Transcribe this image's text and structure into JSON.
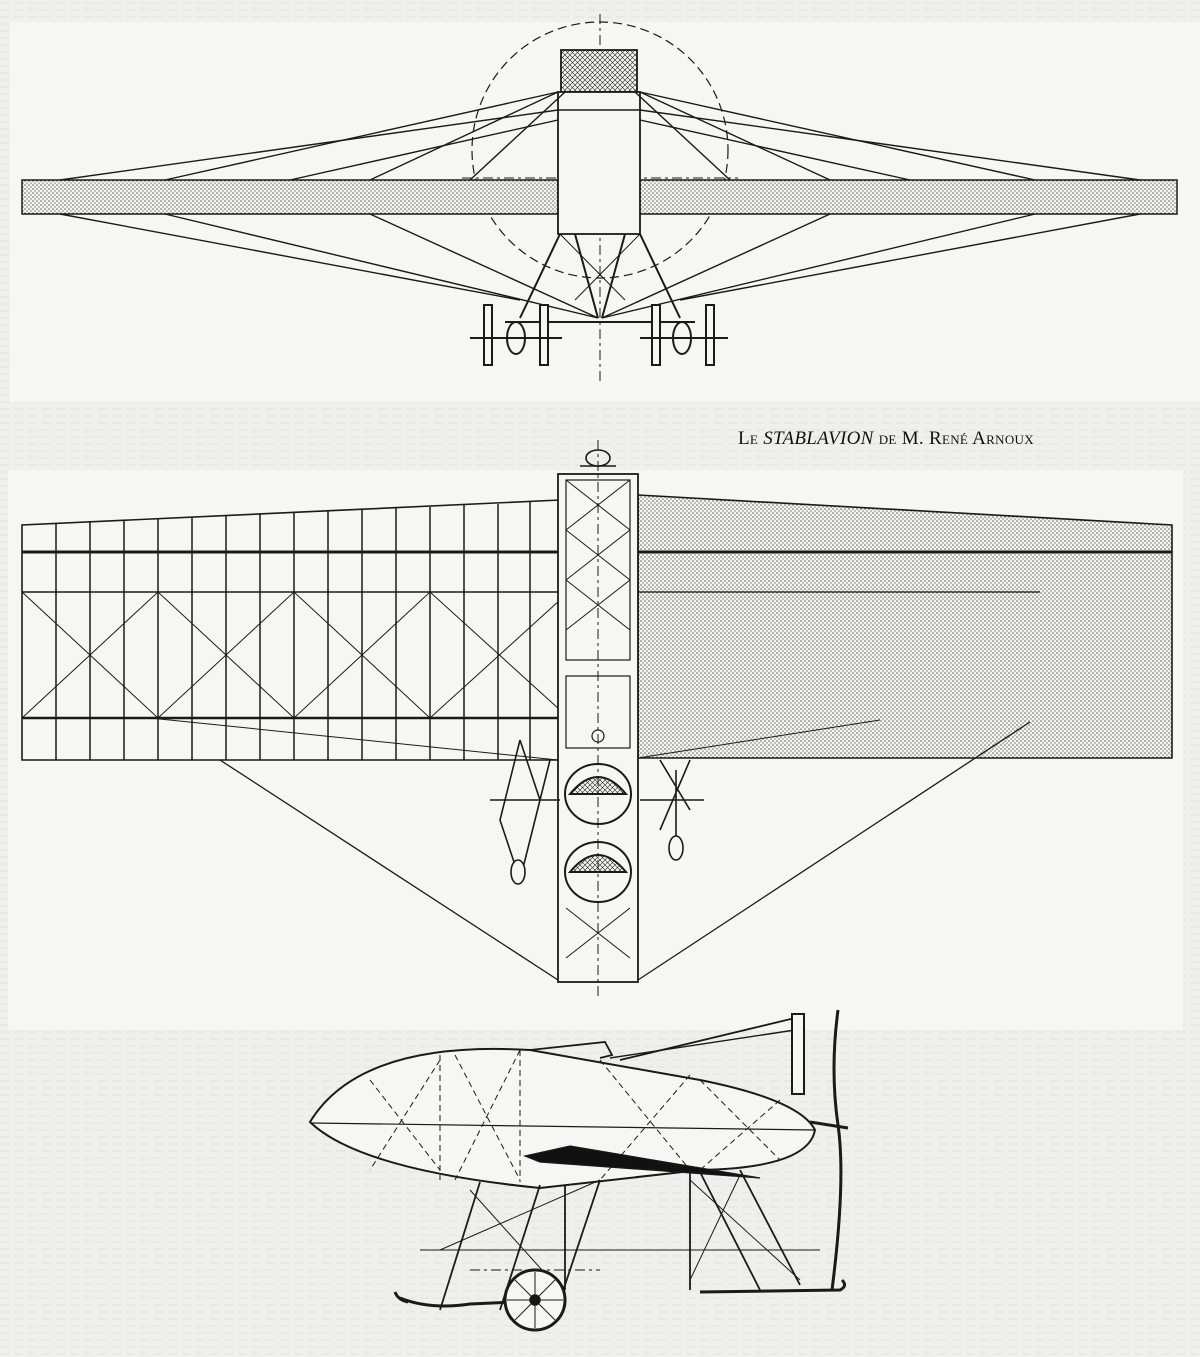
{
  "caption": {
    "prefix": "Le",
    "name": "STABLAVION",
    "middle": "de M.",
    "author": "René Arnoux"
  },
  "views": {
    "front": "front-view",
    "plan": "plan-view",
    "side": "side-view"
  },
  "colors": {
    "ink": "#1a1a1a",
    "paper": "#f4f4f2",
    "stipple": "#bdbdbd",
    "bleed_text": "#cfcfcf"
  }
}
